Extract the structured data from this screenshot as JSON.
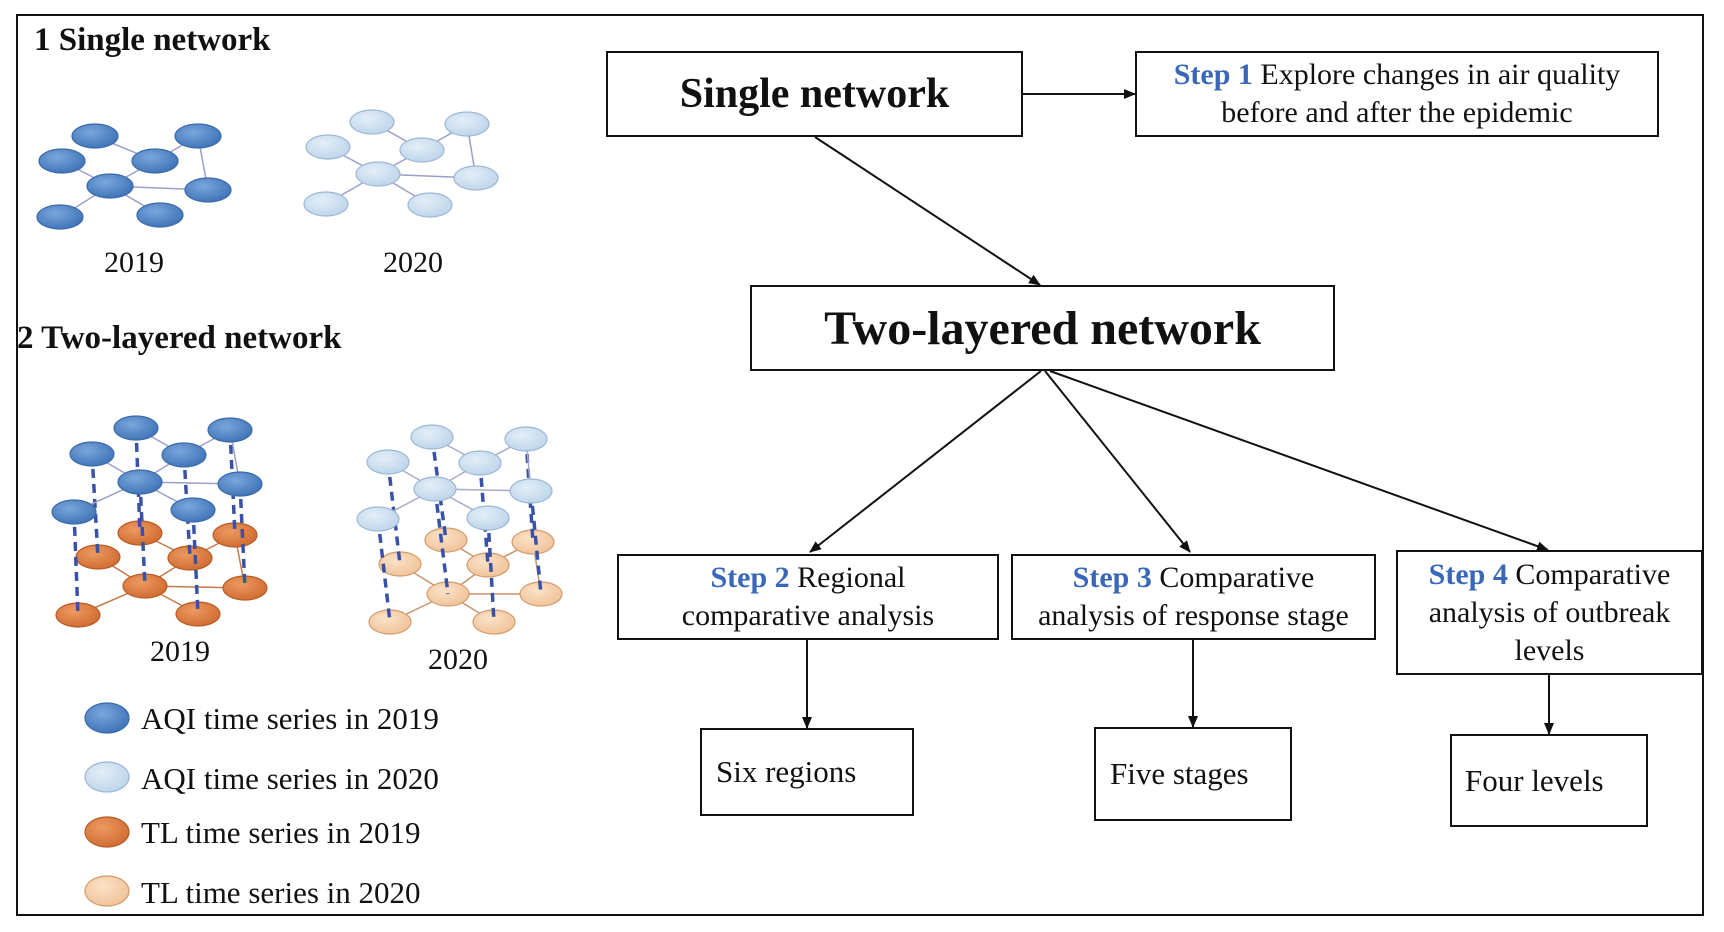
{
  "left": {
    "section1_title": "1 Single network",
    "section2_title": "2 Two-layered network",
    "years": [
      "2019",
      "2020"
    ]
  },
  "legend": [
    {
      "label": "AQI time series in 2019",
      "color": "#4a7fc1"
    },
    {
      "label": "AQI time series in 2020",
      "color": "#c9dced"
    },
    {
      "label": "TL time series in 2019",
      "color": "#d9763a"
    },
    {
      "label": "TL time series in 2020",
      "color": "#f4cfa8"
    }
  ],
  "flow": {
    "single_network": "Single network",
    "two_layered_network": "Two-layered network",
    "step1": {
      "label": "Step 1",
      "text_a": "Explore changes in air quality",
      "text_b": "before and after the epidemic"
    },
    "step2": {
      "label": "Step 2",
      "text_a": "Regional",
      "text_b": "comparative analysis"
    },
    "step3": {
      "label": "Step 3",
      "text_a": "Comparative",
      "text_b": "analysis of response stage"
    },
    "step4": {
      "label": "Step 4",
      "text_a": "Comparative",
      "text_b": "analysis of outbreak",
      "text_c": "levels"
    },
    "out2": "Six regions",
    "out3": "Five stages",
    "out4": "Four levels"
  },
  "colors": {
    "aqi_2019": "#4a7fc1",
    "aqi_2020": "#c9dced",
    "tl_2019": "#d9763a",
    "tl_2020": "#f4cfa8",
    "step_blue": "#3a68b8"
  }
}
